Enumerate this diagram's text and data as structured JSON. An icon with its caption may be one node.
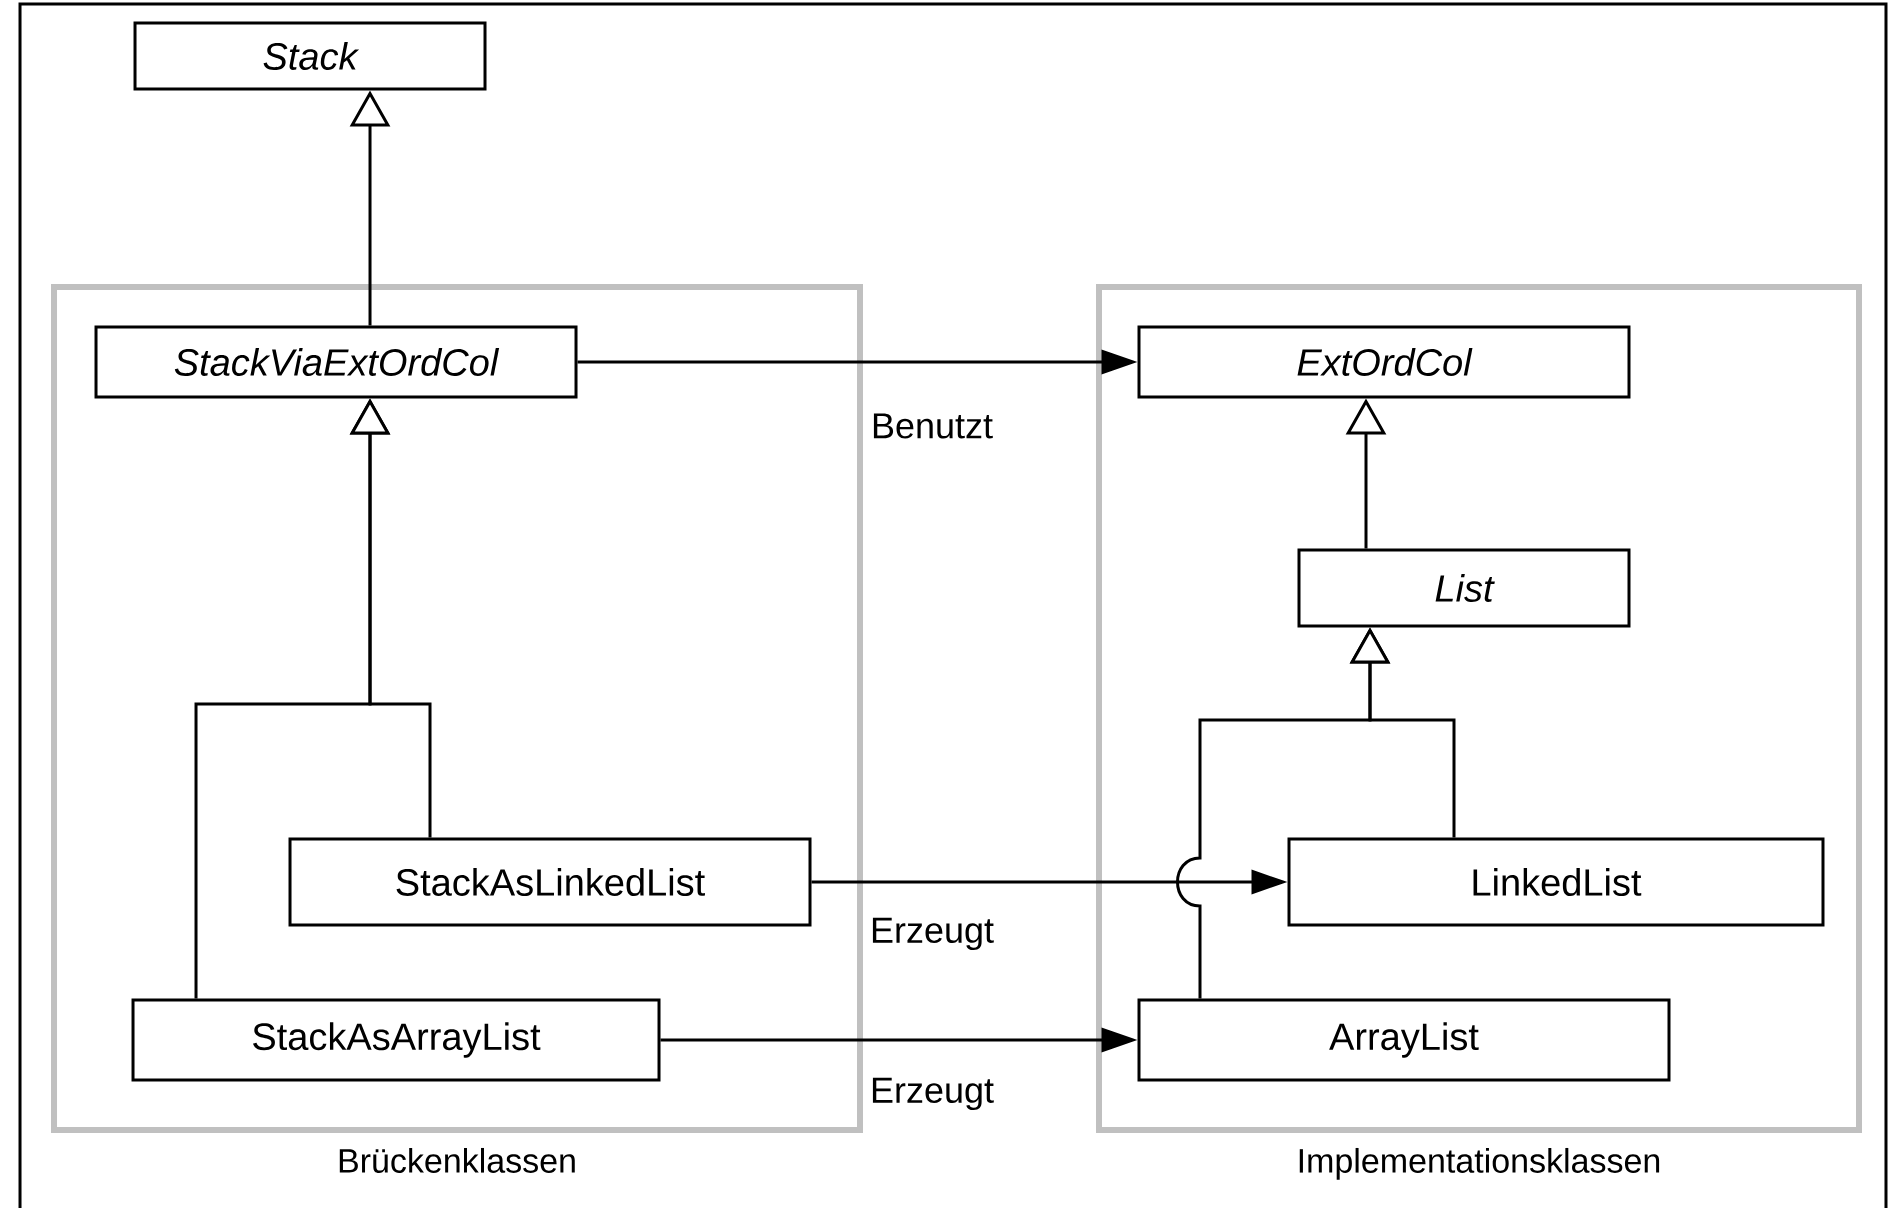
{
  "diagram": {
    "nodes": [
      {
        "text": [
          "Stack"
        ]
      },
      {
        "text": [
          "Brückenklassen"
        ]
      },
      {
        "text": [
          "StackViaExtOrdCol"
        ],
        "in": 1
      },
      {
        "text": [
          "StackAsLinkedList"
        ],
        "in": 1
      },
      {
        "text": [
          "StackAsArrayList"
        ],
        "in": 1
      },
      {
        "text": [
          "Implementationsklassen"
        ]
      },
      {
        "text": [
          "ExtOrdCol"
        ],
        "in": 5
      },
      {
        "text": [
          "List"
        ],
        "in": 5
      },
      {
        "text": [
          "LinkedList"
        ],
        "in": 5
      },
      {
        "text": [
          "ArrayList"
        ],
        "in": 5
      }
    ],
    "edges": [
      {
        "from": 2,
        "to": 0,
        "arrow": "to"
      },
      {
        "from": 3,
        "to": 2,
        "arrow": "to"
      },
      {
        "from": 4,
        "to": 2,
        "arrow": "to"
      },
      {
        "from": 2,
        "to": 6,
        "arrow": "to",
        "label": "Benutzt"
      },
      {
        "from": 3,
        "to": 8,
        "arrow": "to",
        "label": "Erzeugt"
      },
      {
        "from": 4,
        "to": 9,
        "arrow": "to",
        "label": "Erzeugt"
      },
      {
        "from": 7,
        "to": 6,
        "arrow": "to"
      },
      {
        "from": 8,
        "to": 7,
        "arrow": "to"
      },
      {
        "from": 9,
        "to": 7,
        "arrow": "to"
      }
    ]
  }
}
